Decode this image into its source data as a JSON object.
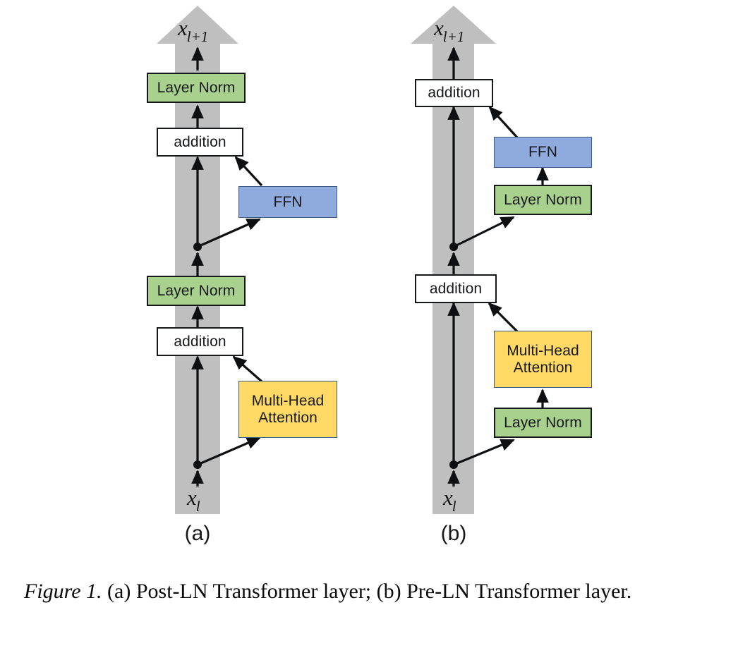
{
  "figure": {
    "caption_label": "Figure 1.",
    "caption_text": " (a) Post-LN Transformer layer; (b) Pre-LN Transformer layer.",
    "colors": {
      "layer_norm_fill": "#a9d18e",
      "ffn_fill": "#8faadc",
      "multi_head_attention_fill": "#ffd966",
      "addition_fill": "#ffffff",
      "residual_stream_fill": "#bfbfbf",
      "stroke": "#16191c",
      "background": "#ffffff"
    }
  },
  "panels": [
    {
      "id": "a",
      "caption": "(a)",
      "input_label": {
        "base": "x",
        "sub": "l"
      },
      "output_label": {
        "base": "x",
        "sub": "l+1"
      },
      "nodes": [
        {
          "id": "a-layer-norm-top",
          "label": "Layer Norm",
          "type": "layer-norm"
        },
        {
          "id": "a-addition-top",
          "label": "addition",
          "type": "addition"
        },
        {
          "id": "a-ffn",
          "label": "FFN",
          "type": "ffn"
        },
        {
          "id": "a-layer-norm-bottom",
          "label": "Layer Norm",
          "type": "layer-norm"
        },
        {
          "id": "a-addition-bottom",
          "label": "addition",
          "type": "addition"
        },
        {
          "id": "a-multi-head-attention",
          "label_line1": "Multi-Head",
          "label_line2": "Attention",
          "type": "multi-head-attention"
        }
      ]
    },
    {
      "id": "b",
      "caption": "(b)",
      "input_label": {
        "base": "x",
        "sub": "l"
      },
      "output_label": {
        "base": "x",
        "sub": "l+1"
      },
      "nodes": [
        {
          "id": "b-addition-top",
          "label": "addition",
          "type": "addition"
        },
        {
          "id": "b-ffn",
          "label": "FFN",
          "type": "ffn"
        },
        {
          "id": "b-layer-norm-ffn",
          "label": "Layer Norm",
          "type": "layer-norm"
        },
        {
          "id": "b-addition-bottom",
          "label": "addition",
          "type": "addition"
        },
        {
          "id": "b-multi-head-attention",
          "label_line1": "Multi-Head",
          "label_line2": "Attention",
          "type": "multi-head-attention"
        },
        {
          "id": "b-layer-norm-attn",
          "label": "Layer Norm",
          "type": "layer-norm"
        }
      ]
    }
  ]
}
